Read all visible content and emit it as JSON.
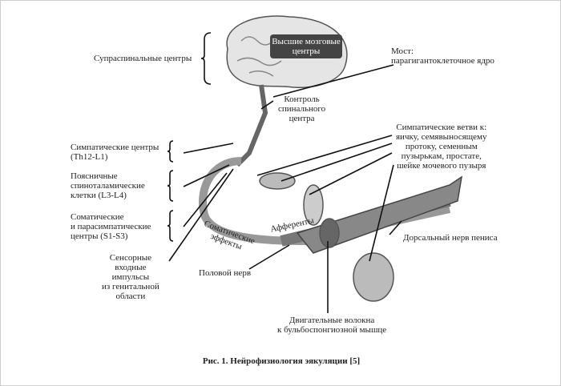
{
  "labels": {
    "supraspinal": "Супраспинальные центры",
    "higher": "Высшие\nмозговые\nцентры",
    "pons": "Мост:\nпарагигантоклеточное ядро",
    "control": "Контроль\nспинального\nцентра",
    "sympathetic_centers": "Симпатические центры\n(Th12-L1)",
    "lumbar": "Поясничные\nспиноталамические\nклетки (L3-L4)",
    "somatic": "Соматические\nи парасимпатические\nцентры (S1-S3)",
    "sensory": "Сенсорные\nвходные\nимпульсы\nиз генитальной\nобласти",
    "sympathetic_branches": "Симпатические ветви к:\nяичку, семявыносящему\nпротоку, семенным\nпузырькам, простате,\nшейке мочевого пузыря",
    "dorsal": "Дорсальный нерв пениса",
    "pudendal": "Половой нерв",
    "motor": "Двигательные волокна\nк бульбоспонгиозной мышце",
    "afferents": "Афференты",
    "somatic_effects": "Соматические\nэффекты"
  },
  "caption": "Рис. 1. Нейрофизиология эякуляции [5]"
}
